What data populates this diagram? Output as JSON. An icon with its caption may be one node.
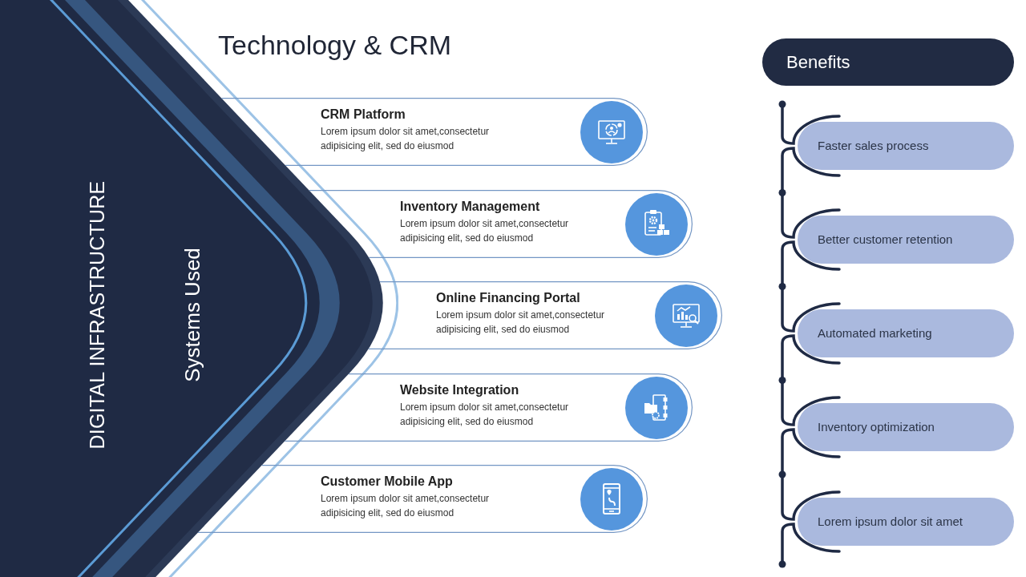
{
  "diagram": {
    "title": "Technology & CRM",
    "nodes": [
      {
        "text": [
          "DIGITAL INFRASTRUCTURE",
          "Systems Used"
        ]
      },
      {
        "text": [
          "CRM Platform",
          "Lorem ipsum dolor sit amet,consectetur adipisicing elit, sed do eiusmod"
        ]
      },
      {
        "text": [
          "Inventory Management",
          "Lorem ipsum dolor sit amet,consectetur adipisicing elit, sed do eiusmod"
        ]
      },
      {
        "text": [
          "Online Financing Portal",
          "Lorem ipsum dolor sit amet,consectetur adipisicing elit, sed do eiusmod"
        ]
      },
      {
        "text": [
          "Website Integration",
          "Lorem ipsum dolor sit amet,consectetur adipisicing elit, sed do eiusmod"
        ]
      },
      {
        "text": [
          "Customer Mobile App",
          "Lorem ipsum dolor sit amet,consectetur adipisicing elit, sed do eiusmod"
        ]
      },
      {
        "text": [
          "Benefits"
        ]
      },
      {
        "text": [
          "Faster sales process"
        ]
      },
      {
        "text": [
          "Better customer retention"
        ]
      },
      {
        "text": [
          "Automated marketing"
        ]
      },
      {
        "text": [
          "Inventory optimization"
        ]
      },
      {
        "text": [
          "Lorem ipsum dolor sit amet"
        ]
      }
    ],
    "edges": [
      {
        "from": null,
        "to": 7,
        "arrow": "other"
      },
      {
        "from": 7,
        "to": 8,
        "arrow": "none"
      },
      {
        "from": 8,
        "to": 9,
        "arrow": "none"
      },
      {
        "from": 9,
        "to": 10,
        "arrow": "none"
      },
      {
        "from": 10,
        "to": 11,
        "arrow": "none"
      },
      {
        "from": 11,
        "to": null,
        "arrow": "other"
      }
    ]
  }
}
